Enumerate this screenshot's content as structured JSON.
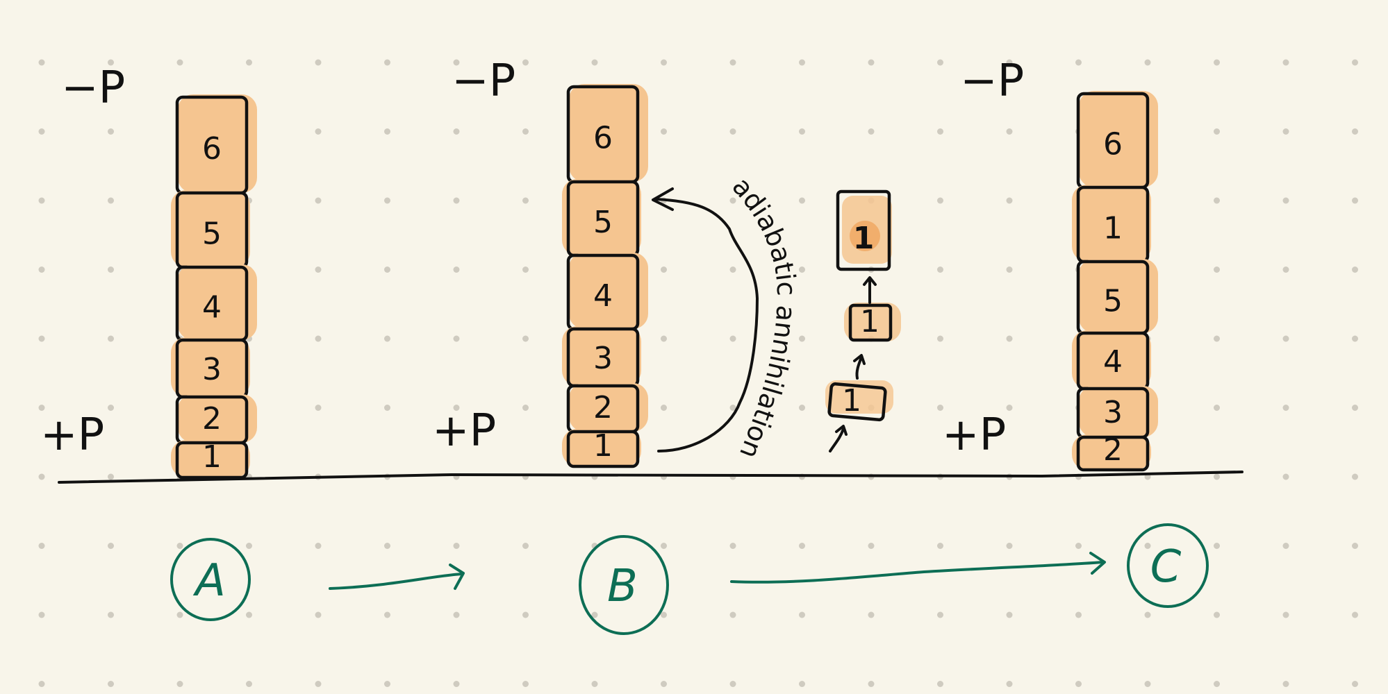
{
  "stacks": [
    {
      "id": "A",
      "minus_label": "−P",
      "plus_label": "+P",
      "blocks": [
        "6",
        "5",
        "4",
        "3",
        "2",
        "1"
      ]
    },
    {
      "id": "B",
      "minus_label": "−P",
      "plus_label": "+P",
      "blocks": [
        "6",
        "5",
        "4",
        "3",
        "2",
        "1"
      ]
    },
    {
      "id": "C",
      "minus_label": "−P",
      "plus_label": "+P",
      "blocks": [
        "6",
        "1",
        "5",
        "4",
        "3",
        "2"
      ]
    }
  ],
  "transition": {
    "label": "adiabatic annihilation",
    "moving_block": "1"
  },
  "steps": [
    {
      "letter": "A"
    },
    {
      "letter": "B"
    },
    {
      "letter": "C"
    }
  ],
  "colors": {
    "background": "#f8f5ea",
    "block": "#f5c590",
    "ink": "#111111",
    "green": "#0d6e55",
    "dot": "#cfcbc0"
  }
}
